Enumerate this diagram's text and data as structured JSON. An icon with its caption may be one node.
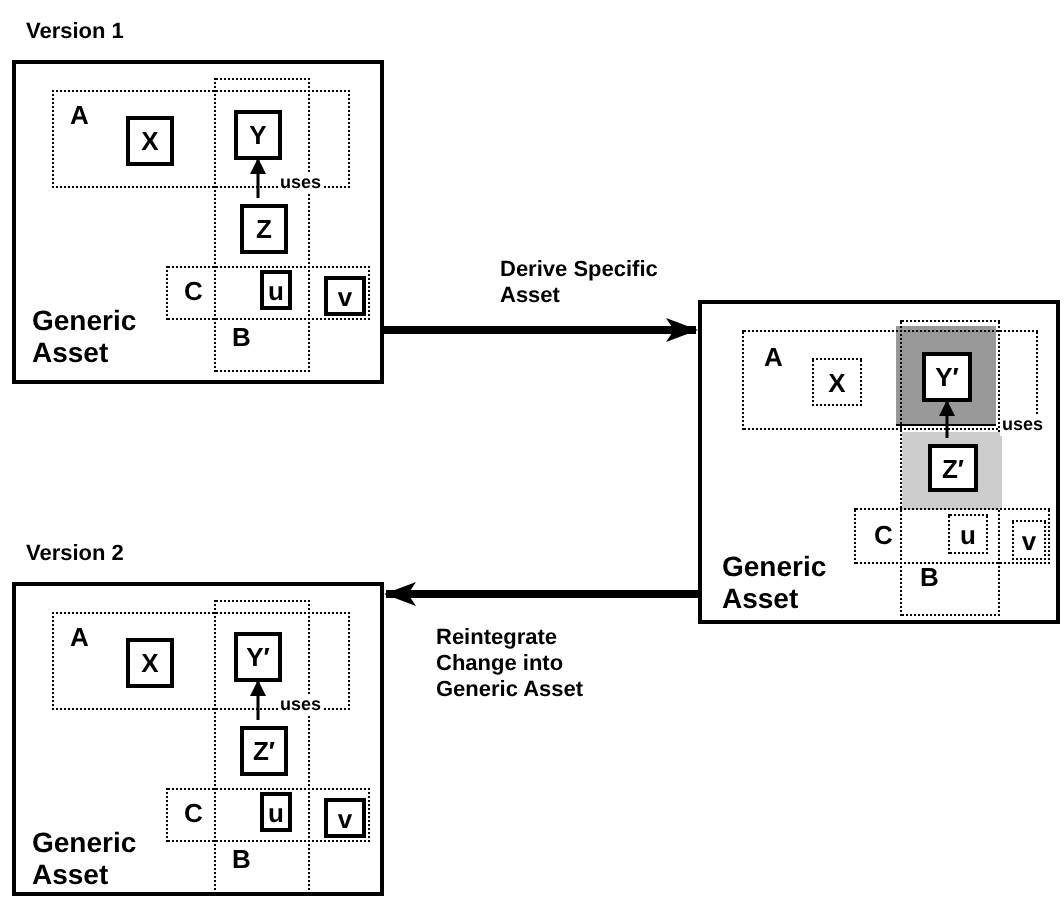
{
  "diagram": {
    "nodes": [
      {
        "text": [
          "Version 1",
          "Generic Asset"
        ]
      },
      {
        "text": [
          "A"
        ],
        "in": 0
      },
      {
        "text": [
          "X"
        ],
        "in": 1
      },
      {
        "text": [
          "B"
        ],
        "in": 0
      },
      {
        "text": [
          "Y"
        ]
      },
      {
        "text": [
          "Z"
        ],
        "in": 3
      },
      {
        "text": [
          "C"
        ],
        "in": 0
      },
      {
        "text": [
          "u"
        ]
      },
      {
        "text": [
          "v"
        ],
        "in": 6
      },
      {
        "text": [
          "Generic Asset"
        ]
      },
      {
        "text": [
          "A"
        ],
        "in": 9
      },
      {
        "text": [
          "X"
        ],
        "in": 10
      },
      {
        "text": [
          "B"
        ],
        "in": 9
      },
      {
        "text": [],
        "shape": "box"
      },
      {
        "text": [
          "Y′"
        ],
        "in": 13
      },
      {
        "text": [],
        "shape": "box",
        "in": 12
      },
      {
        "text": [
          "Z′"
        ],
        "in": 15
      },
      {
        "text": [
          "C"
        ],
        "in": 9
      },
      {
        "text": [
          "u"
        ]
      },
      {
        "text": [
          "v"
        ],
        "in": 17
      },
      {
        "text": [
          "Version 2",
          "Generic Asset"
        ]
      },
      {
        "text": [
          "A"
        ],
        "in": 20
      },
      {
        "text": [
          "X"
        ],
        "in": 21
      },
      {
        "text": [
          "B"
        ],
        "in": 20
      },
      {
        "text": [
          "Y′"
        ]
      },
      {
        "text": [
          "Z′"
        ],
        "in": 23
      },
      {
        "text": [
          "C"
        ],
        "in": 20
      },
      {
        "text": [
          "u"
        ]
      },
      {
        "text": [
          "v"
        ],
        "in": 26
      }
    ],
    "edges": [
      {
        "from": 5,
        "to": 4,
        "arrow": "to",
        "label": "uses"
      },
      {
        "from": 16,
        "to": 14,
        "arrow": "to",
        "label": "uses"
      },
      {
        "from": 25,
        "to": 24,
        "arrow": "to",
        "label": "uses"
      },
      {
        "from": 0,
        "to": 9,
        "arrow": "to",
        "style": "thick",
        "label": "Derive Specific Asset"
      },
      {
        "from": 9,
        "to": 20,
        "arrow": "to",
        "style": "thick",
        "label": "Reintegrate Change into Generic Asset"
      }
    ]
  }
}
